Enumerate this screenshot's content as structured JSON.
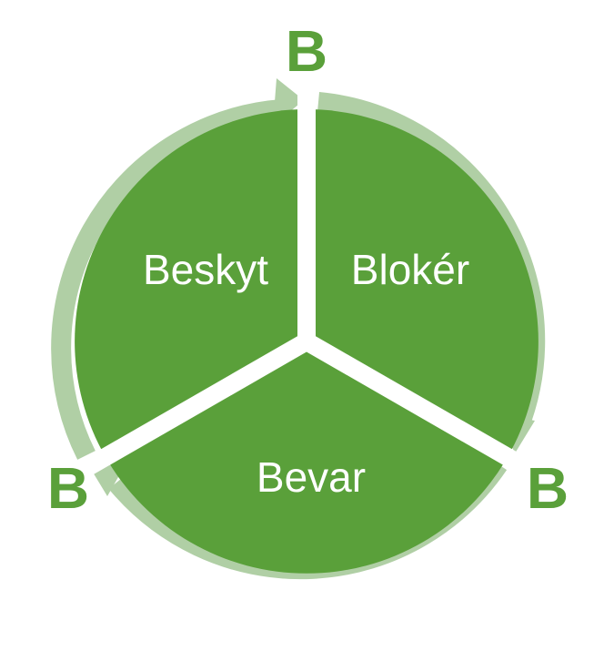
{
  "diagram": {
    "segments": [
      {
        "label": "Beskyt"
      },
      {
        "label": "Blokér"
      },
      {
        "label": "Bevar"
      }
    ],
    "corner_labels": [
      {
        "label": "B"
      },
      {
        "label": "B"
      },
      {
        "label": "B"
      }
    ],
    "colors": {
      "segment_fill": "#5aa03a",
      "ring_arrow": "#b0cfa5",
      "corner_text": "#5aa03a",
      "segment_text": "#ffffff"
    }
  }
}
